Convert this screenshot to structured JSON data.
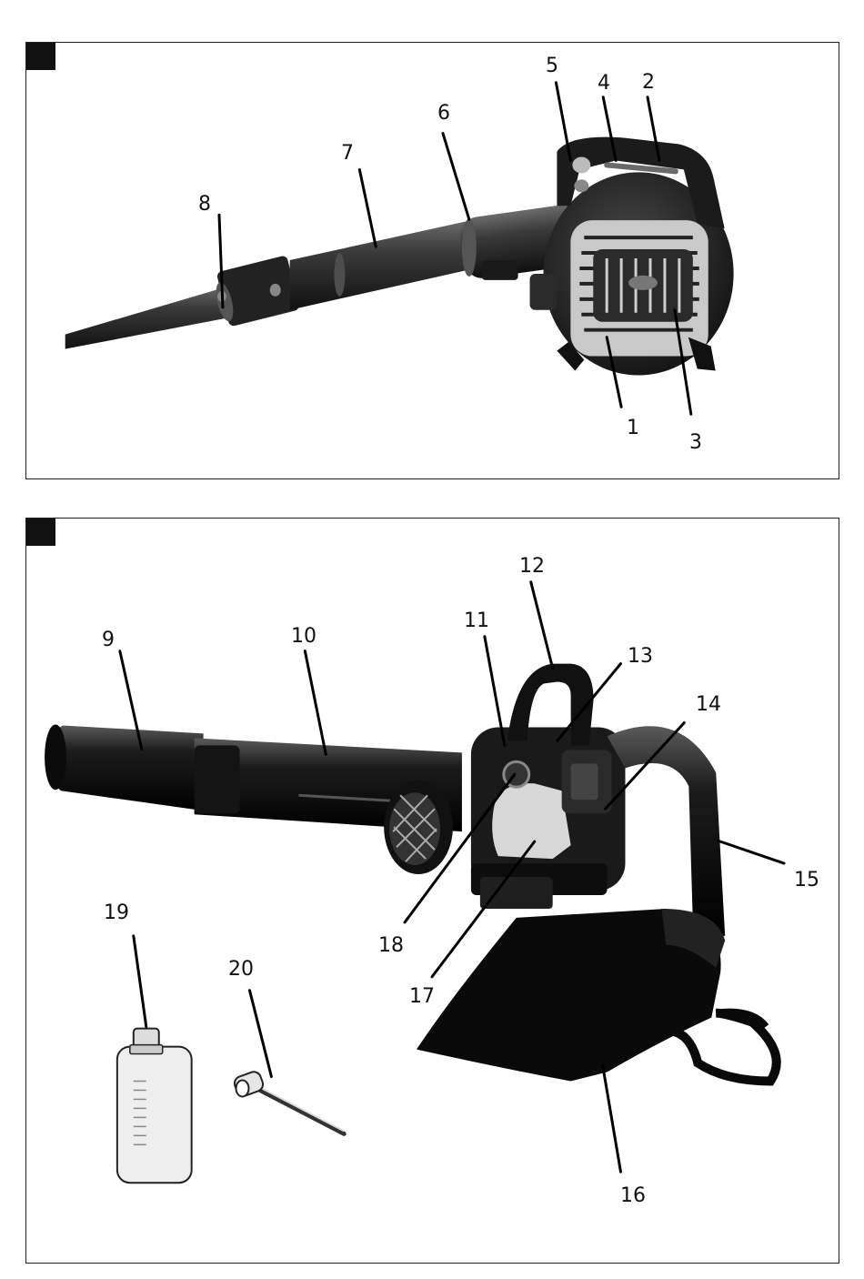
{
  "figure_1": {
    "callouts": [
      "1",
      "2",
      "3",
      "4",
      "5",
      "6",
      "7",
      "8"
    ]
  },
  "figure_2": {
    "callouts": [
      "9",
      "10",
      "11",
      "12",
      "13",
      "14",
      "15",
      "16",
      "17",
      "18",
      "19",
      "20"
    ]
  },
  "colors": {
    "ink": "#111111",
    "body": "#2b2b2b",
    "accent": "#e6e6e6"
  }
}
